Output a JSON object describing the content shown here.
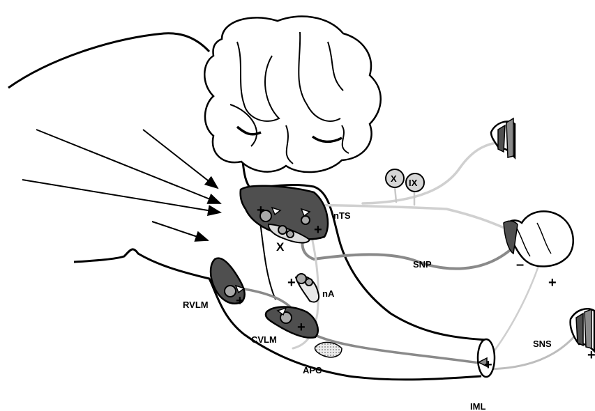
{
  "labels": {
    "nts": "nTS",
    "x_marker": "X",
    "na": "nA",
    "rvlm": "RVLM",
    "cvlm": "CVLM",
    "apc": "APC",
    "iml": "IML",
    "snp": "SNP",
    "sns": "SNS",
    "nerve_x": "X",
    "nerve_ix": "IX"
  },
  "signs": {
    "plus": "+",
    "minus": "–"
  },
  "colors": {
    "outline": "#000000",
    "nucleus_dark": "#4f4f4f",
    "nucleus_light": "#c4c4c4",
    "neuron": "#a9a9a9",
    "pathway_mid": "#8a8a8a",
    "pathway_light": "#cfcfcf",
    "apc_fill": "#d8d8d8"
  }
}
